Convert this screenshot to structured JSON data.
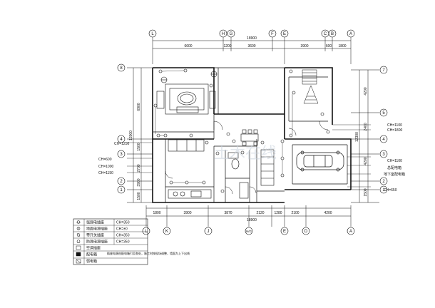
{
  "axes_top": [
    "Ⓛ",
    "Ⓗ",
    "Ⓖ",
    "Ⓕ",
    "Ⓔ",
    "Ⓒ",
    "Ⓑ",
    "Ⓐ"
  ],
  "axes_bottom": [
    "Ⓛ",
    "Ⓚ",
    "Ⓙ",
    "Ⓗ/Ⓖ",
    "Ⓔ",
    "Ⓓ",
    "Ⓐ"
  ],
  "axes_left": [
    "⑧",
    "④",
    "③",
    "②",
    "①"
  ],
  "axes_right": [
    "⑦",
    "⑤",
    "④",
    "③",
    "②",
    "①"
  ],
  "dims_top_total": "18900",
  "dims_top": [
    "6600",
    "1200",
    "3600",
    "3900",
    "600",
    "1800"
  ],
  "dims_bottom": [
    "1800",
    "3900",
    "3870",
    "2120",
    "1280",
    "2100",
    "4200"
  ],
  "dims_bottom_total": "18900",
  "dims_left": [
    "6900",
    "1500",
    "2700",
    "3900",
    "1500",
    "12000"
  ],
  "dims_right": [
    "4200",
    "2400",
    "4200",
    "1500",
    "12300"
  ],
  "left_labels": [
    "CH=1250",
    "CH=600",
    "CH=1000",
    "CH=1150"
  ],
  "right_labels": [
    "CH=1100",
    "CH=1800",
    "CH=1100",
    "总配电箱",
    "地下室配电箱",
    "CH=650"
  ],
  "legend": {
    "rows": [
      {
        "name": "强弱电插座",
        "code": "CH=350"
      },
      {
        "name": "地面电源插座",
        "code": "CH=±0"
      },
      {
        "name": "带开关插座",
        "code": "CH=350"
      },
      {
        "name": "防溅电源插座",
        "code": "CH=350"
      },
      {
        "name": "空调插座",
        "code": ""
      },
      {
        "name": "配电箱",
        "code": ""
      },
      {
        "name": "弱电箱",
        "code": ""
      }
    ],
    "note": "插座电源由配电箱引至各处，施工时按现场调整，墙面为上下出线"
  },
  "watermark": "土木在线"
}
